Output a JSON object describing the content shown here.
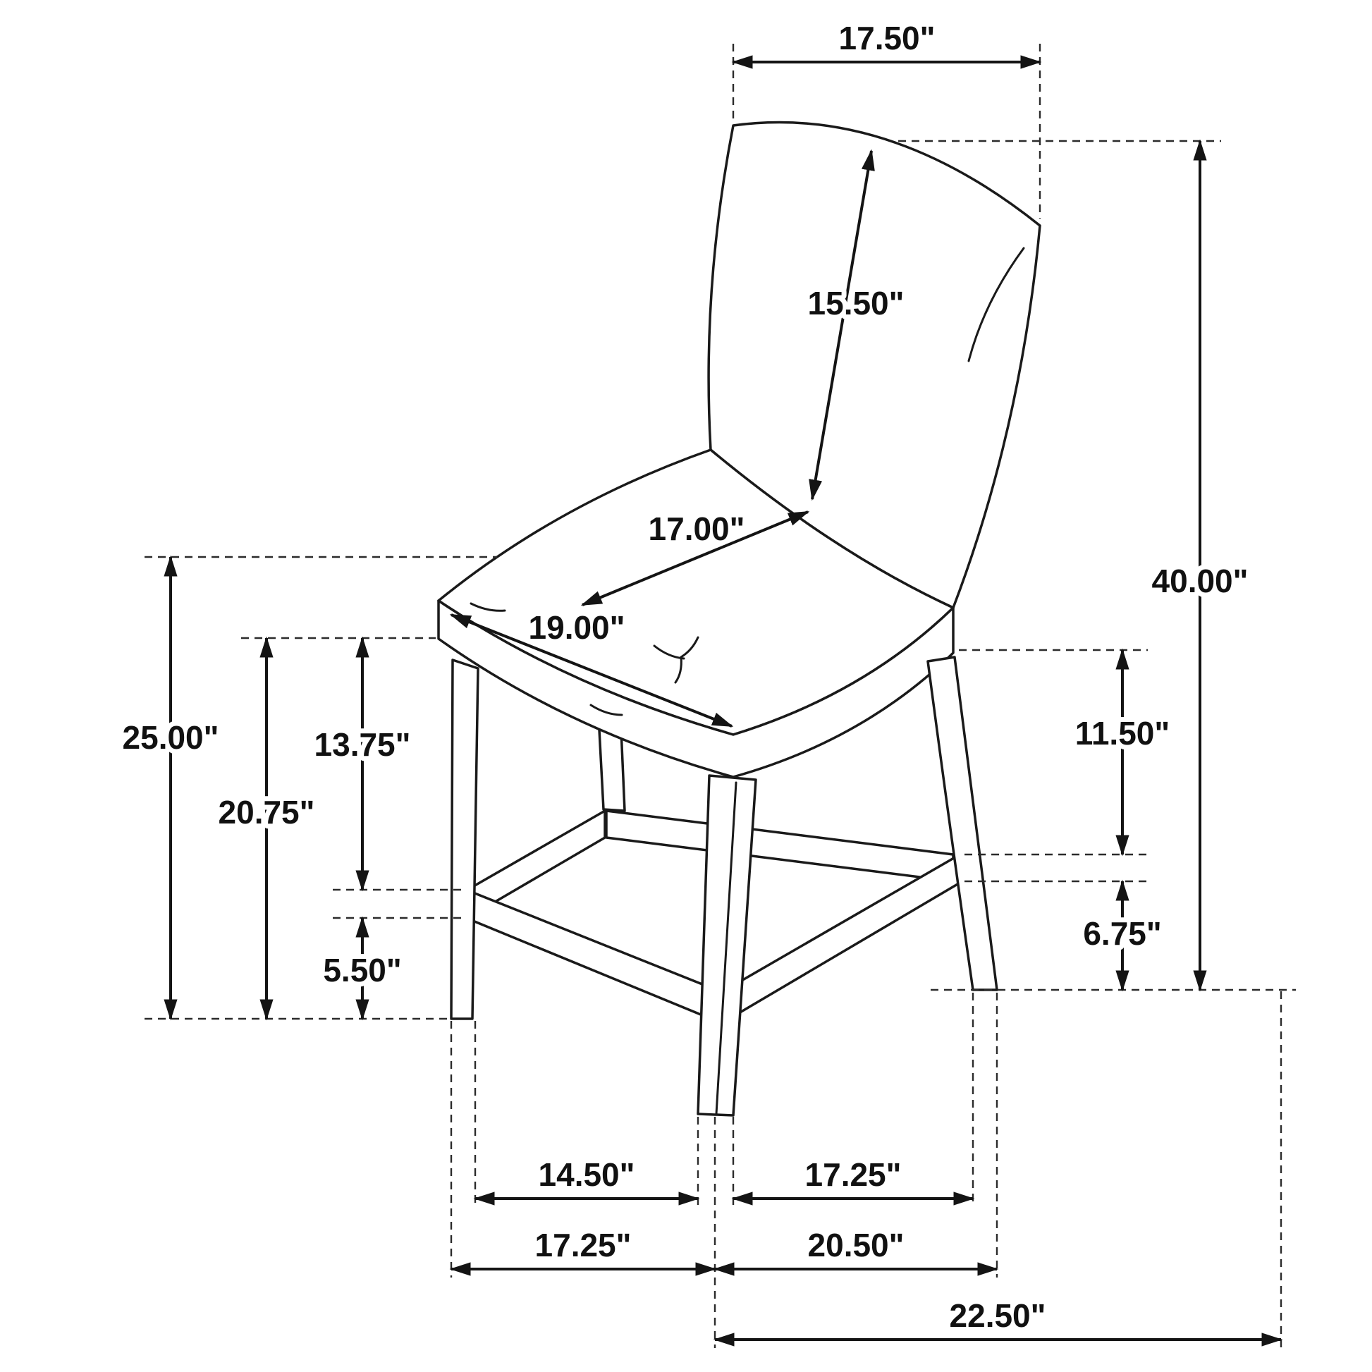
{
  "diagram": {
    "type": "furniture-dimension-drawing",
    "subject": "upholstered counter-height stool line drawing with dimension callouts",
    "unit": "inches",
    "line_color": "#1a1a1a",
    "background_color": "#ffffff",
    "dimensions": {
      "back_top_width": "17.50\"",
      "backrest_height": "15.50\"",
      "seat_depth": "17.00\"",
      "seat_width": "19.00\"",
      "overall_height": "40.00\"",
      "floor_to_seat_top": "25.00\"",
      "seat_to_stretcher_left": "13.75\"",
      "floor_to_seat_bottom": "20.75\"",
      "floor_to_stretcher_left": "5.50\"",
      "seat_to_stretcher_right": "11.50\"",
      "floor_to_stretcher_right": "6.75\"",
      "front_span_inner": "14.50\"",
      "right_span": "17.25\"",
      "left_span_outer": "17.25\"",
      "depth_span": "20.50\"",
      "overall_depth": "22.50\""
    }
  }
}
